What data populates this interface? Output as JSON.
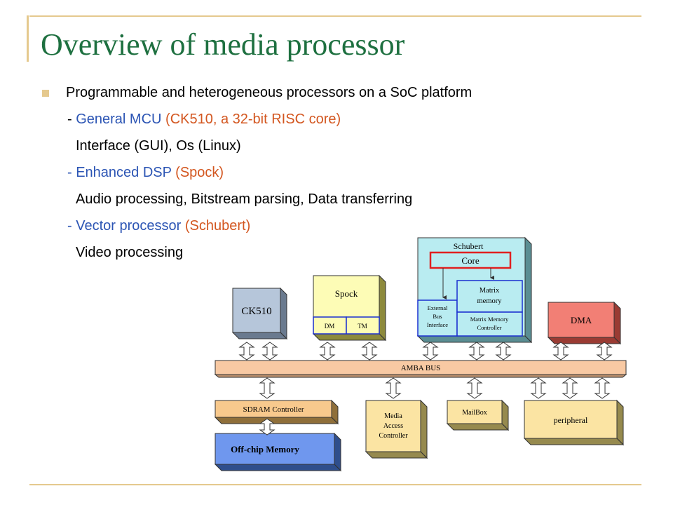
{
  "title": "Overview of media processor",
  "bullet": "Programmable and heterogeneous processors on a SoC platform",
  "items": [
    {
      "prefix": "- ",
      "name": "General MCU",
      "detail": " (CK510, a 32-bit RISC core)",
      "desc": "Interface (GUI), Os (Linux)"
    },
    {
      "prefix": "- ",
      "name": "Enhanced DSP",
      "detail": " (Spock)",
      "desc": "Audio processing, Bitstream parsing, Data transferring"
    },
    {
      "prefix": "- ",
      "name": "Vector processor",
      "detail": " (Schubert)",
      "desc": "Video processing"
    }
  ],
  "diagram": {
    "bus": "AMBA BUS",
    "ck510": "CK510",
    "spock": "Spock",
    "spock_dm": "DM",
    "spock_tm": "TM",
    "schubert": "Schubert",
    "core": "Core",
    "matrix_memory_1": "Matrix",
    "matrix_memory_2": "memory",
    "ext_bus_1": "External",
    "ext_bus_2": "Bus",
    "ext_bus_3": "Interface",
    "mmc_1": "Matrix Memory",
    "mmc_2": "Controller",
    "dma": "DMA",
    "sdram": "SDRAM  Controller",
    "offchip": "Off-chip Memory",
    "media_1": "Media",
    "media_2": "Access",
    "media_3": "Controller",
    "mailbox": "MailBox",
    "peripheral": "peripheral",
    "colors": {
      "ck510": "#b6c6da",
      "spock": "#fdfcb6",
      "schubert": "#b9ecf1",
      "dma": "#f27f75",
      "bus": "#f8c9a3",
      "sdram": "#f8c98d",
      "offchip": "#6f97ee",
      "lower": "#fbe4a3",
      "core_border": "#e02020",
      "inner_border": "#1a2fd0"
    }
  }
}
